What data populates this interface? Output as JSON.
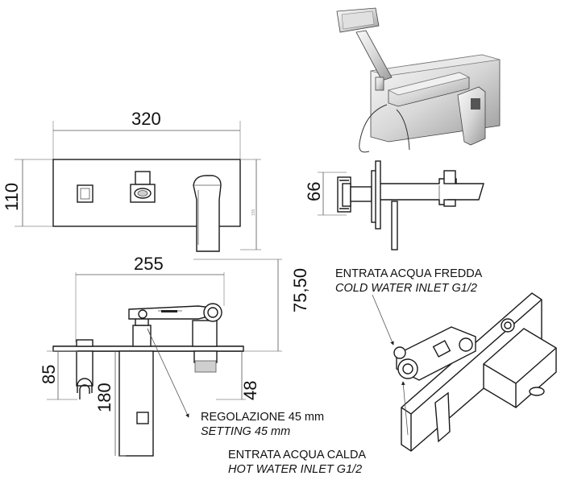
{
  "dimensions": {
    "width_total": "320",
    "height_plate": "110",
    "spout_height": "66",
    "depth": "255",
    "body_height": "75,50",
    "inlet_offset": "85",
    "body_depth": "180",
    "outlet_offset": "48",
    "small_plate_mark": "155"
  },
  "labels": {
    "cold_it": "ENTRATA ACQUA FREDDA",
    "cold_en": "COLD WATER INLET  G1/2",
    "setting_it": "REGOLAZIONE  45 mm",
    "setting_en": "SETTING  45 mm",
    "hot_it": "ENTRATA ACQUA CALDA",
    "hot_en": "HOT WATER INLET G1/2"
  },
  "colors": {
    "line": "#1a1a1a",
    "chrome_light": "#f4f4f4",
    "chrome_dark": "#9a9a9a"
  }
}
